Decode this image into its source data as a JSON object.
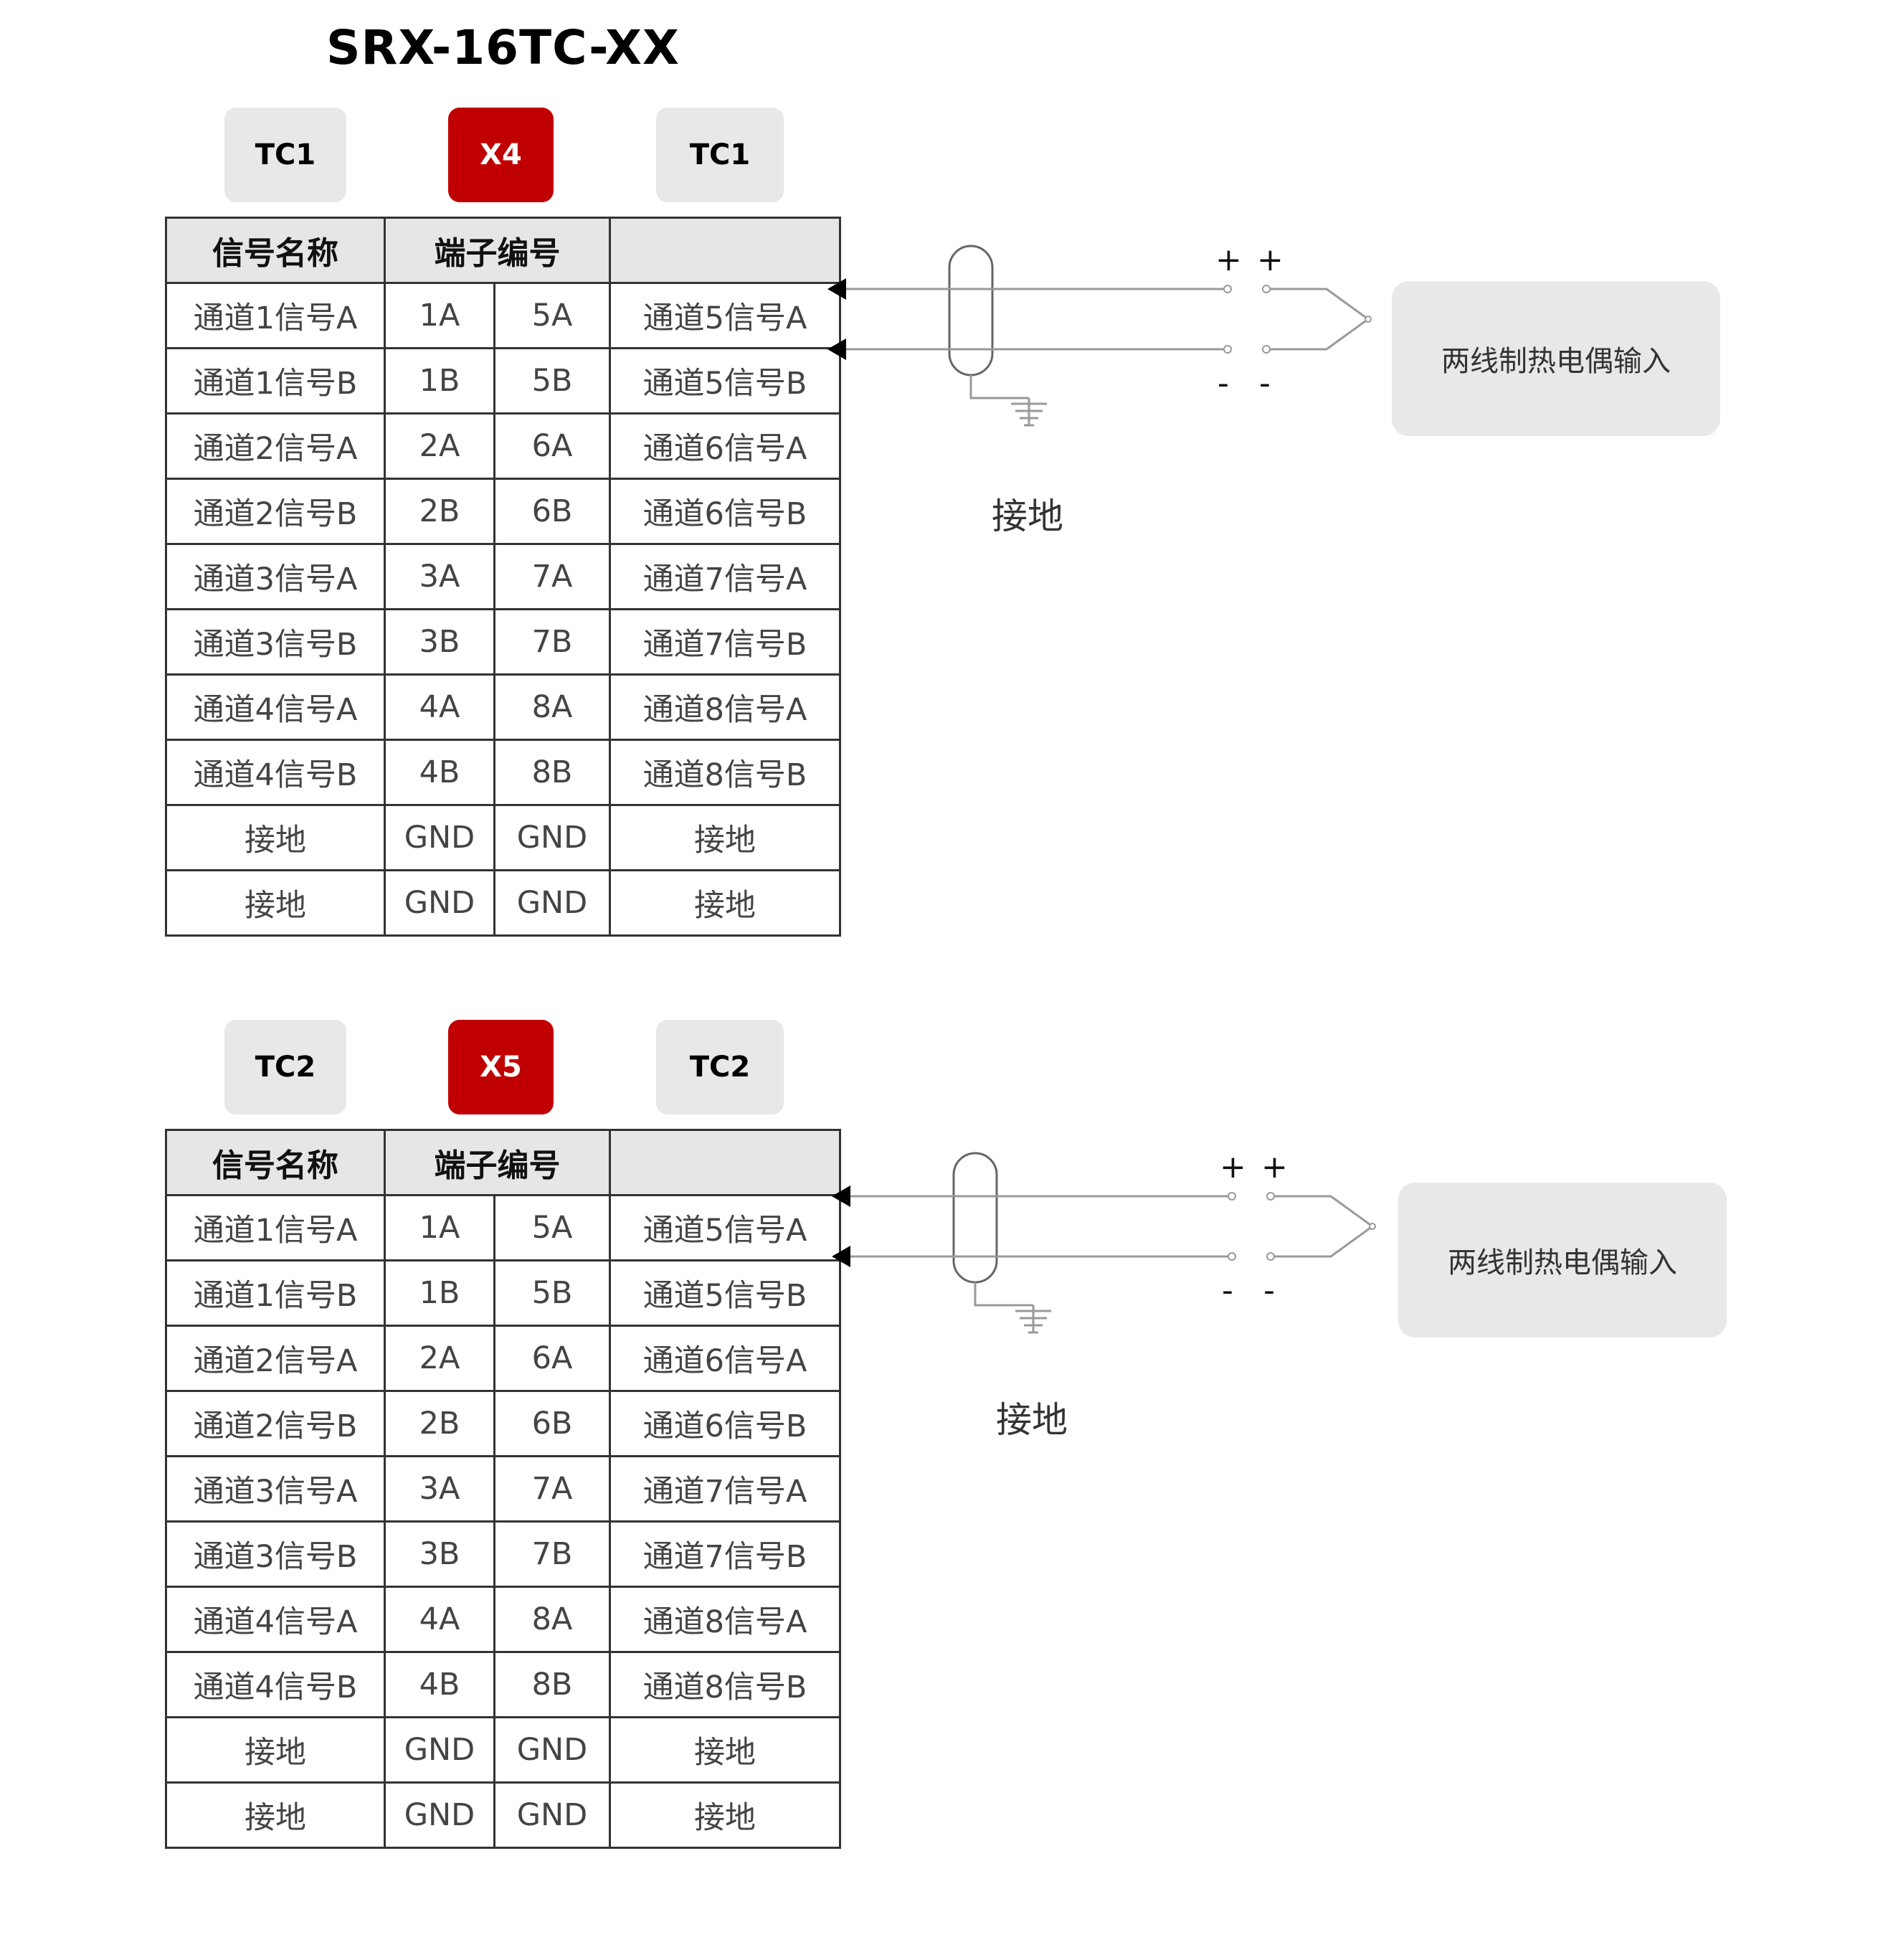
{
  "title": "SRX-16TC-XX",
  "header": {
    "signal_name": "信号名称",
    "terminal_no": "端子编号",
    "blank": ""
  },
  "sections": [
    {
      "chips": [
        "TC1",
        "X4",
        "TC1"
      ],
      "rows": [
        [
          "通道1信号A",
          "1A",
          "5A",
          "通道5信号A"
        ],
        [
          "通道1信号B",
          "1B",
          "5B",
          "通道5信号B"
        ],
        [
          "通道2信号A",
          "2A",
          "6A",
          "通道6信号A"
        ],
        [
          "通道2信号B",
          "2B",
          "6B",
          "通道6信号B"
        ],
        [
          "通道3信号A",
          "3A",
          "7A",
          "通道7信号A"
        ],
        [
          "通道3信号B",
          "3B",
          "7B",
          "通道7信号B"
        ],
        [
          "通道4信号A",
          "4A",
          "8A",
          "通道8信号A"
        ],
        [
          "通道4信号B",
          "4B",
          "8B",
          "通道8信号B"
        ],
        [
          "接地",
          "GND",
          "GND",
          "接地"
        ],
        [
          "接地",
          "GND",
          "GND",
          "接地"
        ]
      ],
      "plus_a": "+",
      "plus_b": "+",
      "minus_a": "-",
      "minus_b": "-",
      "ground_label": "接地",
      "tc_label": "两线制热电偶输入"
    },
    {
      "chips": [
        "TC2",
        "X5",
        "TC2"
      ],
      "rows": [
        [
          "通道1信号A",
          "1A",
          "5A",
          "通道5信号A"
        ],
        [
          "通道1信号B",
          "1B",
          "5B",
          "通道5信号B"
        ],
        [
          "通道2信号A",
          "2A",
          "6A",
          "通道6信号A"
        ],
        [
          "通道2信号B",
          "2B",
          "6B",
          "通道6信号B"
        ],
        [
          "通道3信号A",
          "3A",
          "7A",
          "通道7信号A"
        ],
        [
          "通道3信号B",
          "3B",
          "7B",
          "通道7信号B"
        ],
        [
          "通道4信号A",
          "4A",
          "8A",
          "通道8信号A"
        ],
        [
          "通道4信号B",
          "4B",
          "8B",
          "通道8信号B"
        ],
        [
          "接地",
          "GND",
          "GND",
          "接地"
        ],
        [
          "接地",
          "GND",
          "GND",
          "接地"
        ]
      ],
      "plus_a": "+",
      "plus_b": "+",
      "minus_a": "-",
      "minus_b": "-",
      "ground_label": "接地",
      "tc_label": "两线制热电偶输入"
    }
  ],
  "colors": {
    "accent_red": "#c00000",
    "chip_gray": "#e8e8e8",
    "header_gray": "#e6e6e6"
  }
}
